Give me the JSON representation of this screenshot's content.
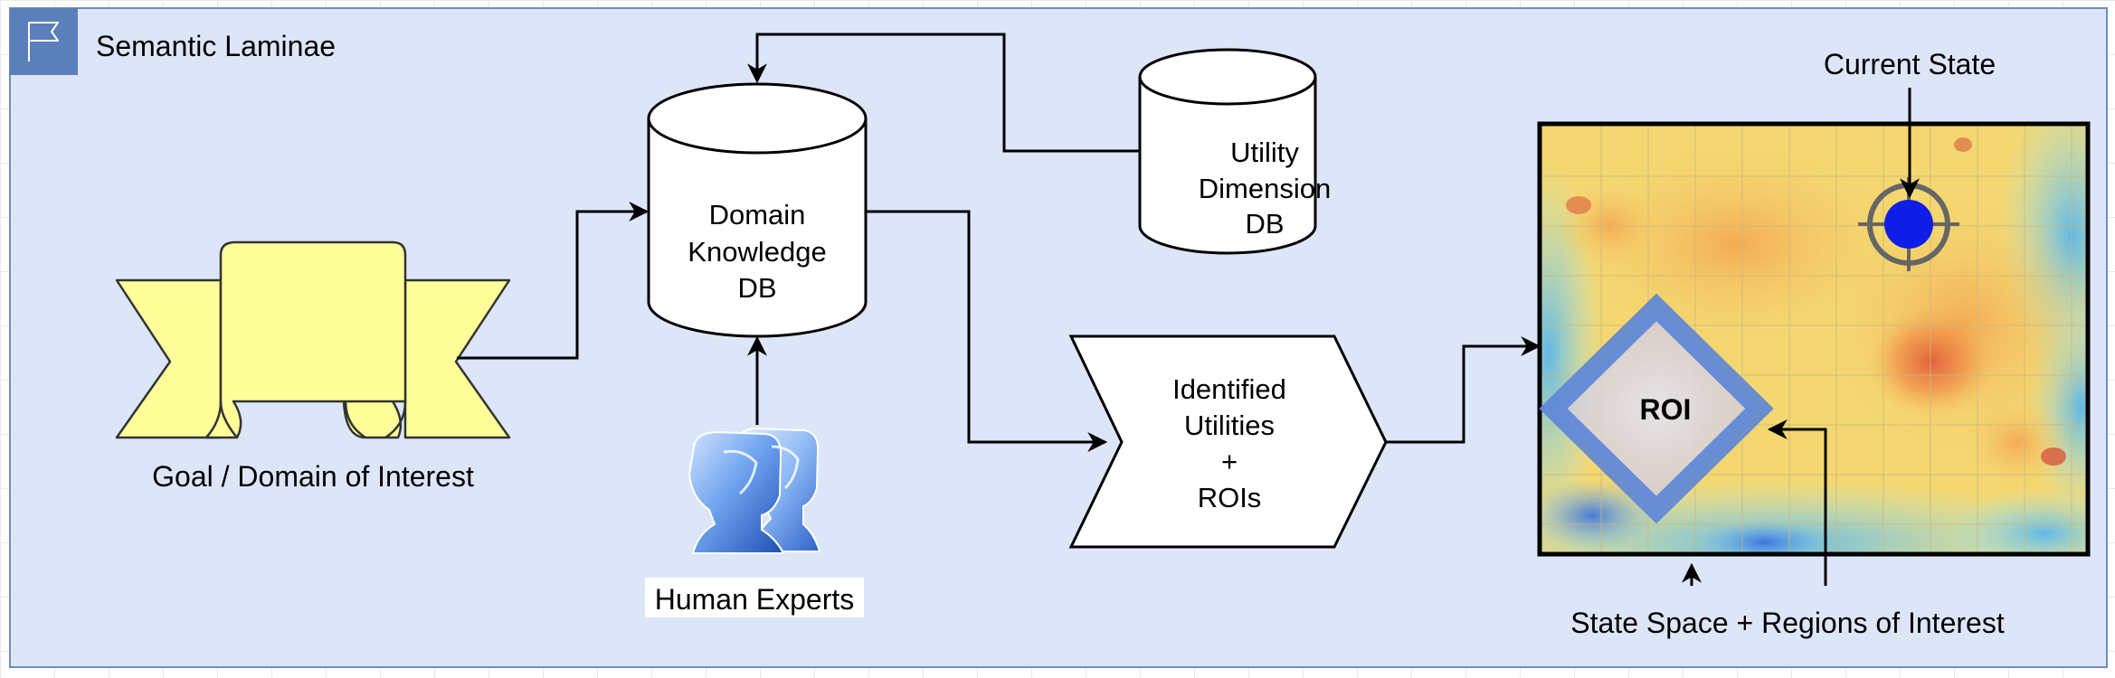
{
  "lamina": {
    "title": "Semantic Laminae",
    "icon": "flag-icon",
    "background": "#dde6f8",
    "border": "#6c8ebf",
    "icon_color": "#5a7fba"
  },
  "goal": {
    "label": "Goal / Domain of Interest",
    "icon": "scroll-banner-icon",
    "fill": "#ffff99"
  },
  "domain_db": {
    "lines": [
      "Domain",
      "Knowledge",
      "DB"
    ]
  },
  "utility_db": {
    "lines": [
      "Utility",
      "Dimension",
      "DB"
    ]
  },
  "experts": {
    "label": "Human Experts",
    "icon": "human-experts-icon"
  },
  "identified": {
    "lines": [
      "Identified",
      "Utilities",
      "+",
      "ROIs"
    ]
  },
  "state_space": {
    "label": "State Space + Regions of Interest",
    "roi_label": "ROI",
    "current_state_label": "Current State",
    "marker_icon": "crosshair-target-icon",
    "marker_color": "#0f1ee6",
    "roi_border_color": "#5b85d8"
  }
}
